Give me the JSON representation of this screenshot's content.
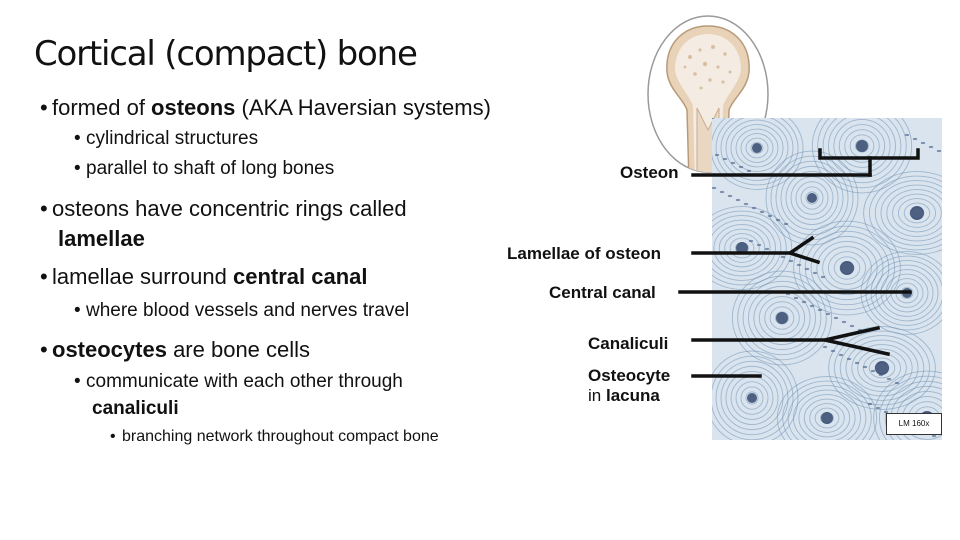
{
  "slide": {
    "title": "Cortical (compact) bone",
    "bullets": {
      "osteons_pre": "formed of ",
      "osteons_bold": "osteons",
      "osteons_post": " (AKA Haversian systems)",
      "cylindrical": "cylindrical structures",
      "parallel": "parallel to shaft of long bones",
      "rings_pre": "osteons have concentric rings called",
      "rings_bold": "lamellae",
      "surround_pre": "lamellae surround ",
      "surround_bold": "central canal",
      "vessels": "where blood vessels and nerves travel",
      "osteocytes_bold": "osteocytes",
      "osteocytes_post": " are bone cells",
      "communicate_pre": "communicate with each other through",
      "communicate_bold": "canaliculi",
      "network": "branching network throughout compact bone"
    },
    "bullet_glyph": "•"
  },
  "figure": {
    "labels": {
      "osteon": "Osteon",
      "lamellae": "Lamellae of osteon",
      "central_canal": "Central canal",
      "canaliculi": "Canaliculi",
      "osteocyte_line1": "Osteocyte",
      "osteocyte_line2_pre": "in ",
      "osteocyte_line2_bold": "lacuna"
    },
    "scale_badge": "LM 160x",
    "colors": {
      "micrograph_bg": "#d9e4ee",
      "lamella_stroke": "#6f8fb3",
      "canal_fill": "#2a3f66",
      "bone_cortex": "#e8d3b8",
      "bone_marrow": "#f4ece2"
    }
  }
}
